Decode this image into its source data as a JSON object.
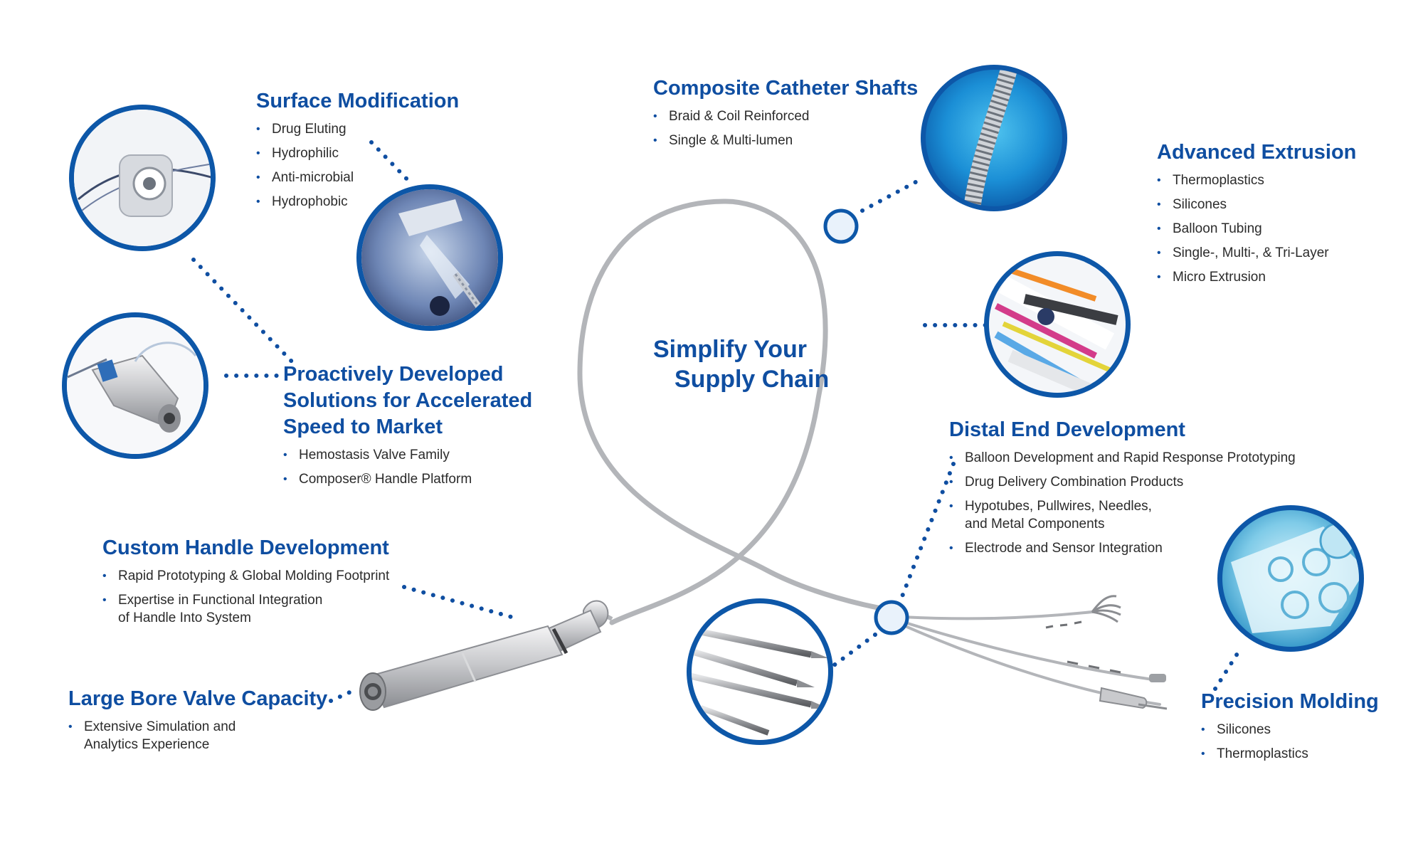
{
  "center": {
    "line1": "Simplify Your",
    "line2": "Supply Chain"
  },
  "sections": {
    "surface": {
      "title": "Surface Modification",
      "items": [
        "Drug Eluting",
        "Hydrophilic",
        "Anti-microbial",
        "Hydrophobic"
      ]
    },
    "composite": {
      "title": "Composite Catheter Shafts",
      "items": [
        "Braid & Coil Reinforced",
        "Single & Multi-lumen"
      ]
    },
    "extrusion": {
      "title": "Advanced Extrusion",
      "items": [
        "Thermoplastics",
        "Silicones",
        "Balloon Tubing",
        "Single-, Multi-, & Tri-Layer",
        "Micro Extrusion"
      ]
    },
    "proactive": {
      "title_lines": [
        "Proactively Developed",
        "Solutions for Accelerated",
        "Speed to Market"
      ],
      "items": [
        "Hemostasis Valve Family",
        "Composer® Handle Platform"
      ]
    },
    "distal": {
      "title": "Distal End Development",
      "items": [
        "Balloon Development and Rapid Response Prototyping",
        "Drug Delivery Combination Products",
        "Hypotubes, Pullwires, Needles,\nand Metal Components",
        "Electrode and Sensor Integration"
      ]
    },
    "handle": {
      "title": "Custom Handle Development",
      "items": [
        "Rapid Prototyping & Global Molding Footprint",
        "Expertise in Functional Integration\nof Handle Into System"
      ]
    },
    "largebore": {
      "title": "Large Bore Valve Capacity",
      "items": [
        "Extensive Simulation and\nAnalytics Experience"
      ]
    },
    "molding": {
      "title": "Precision Molding",
      "items": [
        "Silicones",
        "Thermoplastics"
      ]
    }
  },
  "colors": {
    "brand_blue": "#0f4ea1",
    "ring_blue": "#0d57a8",
    "catheter_gray": "#b3b5b9"
  },
  "images": [
    "valve-housing-icon",
    "spray-coating-icon",
    "handle-device-icon",
    "braided-shaft-icon",
    "extrusion-tubes-icon",
    "needles-icon",
    "molded-parts-icon"
  ]
}
